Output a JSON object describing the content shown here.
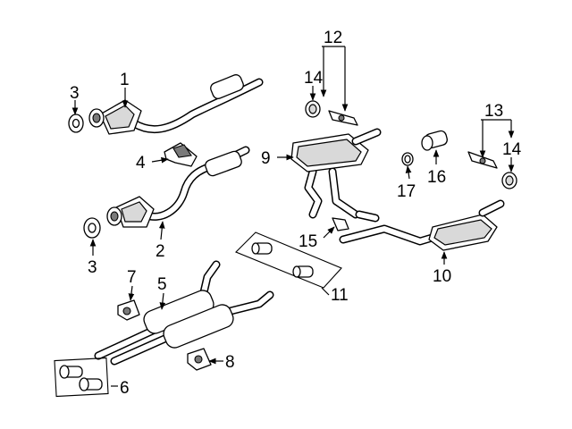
{
  "callouts": {
    "c1": "1",
    "c2": "2",
    "c3a": "3",
    "c3b": "3",
    "c4": "4",
    "c5": "5",
    "c6": "6",
    "c7": "7",
    "c8": "8",
    "c9": "9",
    "c10": "10",
    "c11": "11",
    "c12": "12",
    "c13": "13",
    "c14a": "14",
    "c14b": "14",
    "c15": "15",
    "c16": "16",
    "c17": "17"
  },
  "icons": {
    "arrowhead": "arrowhead-icon"
  }
}
